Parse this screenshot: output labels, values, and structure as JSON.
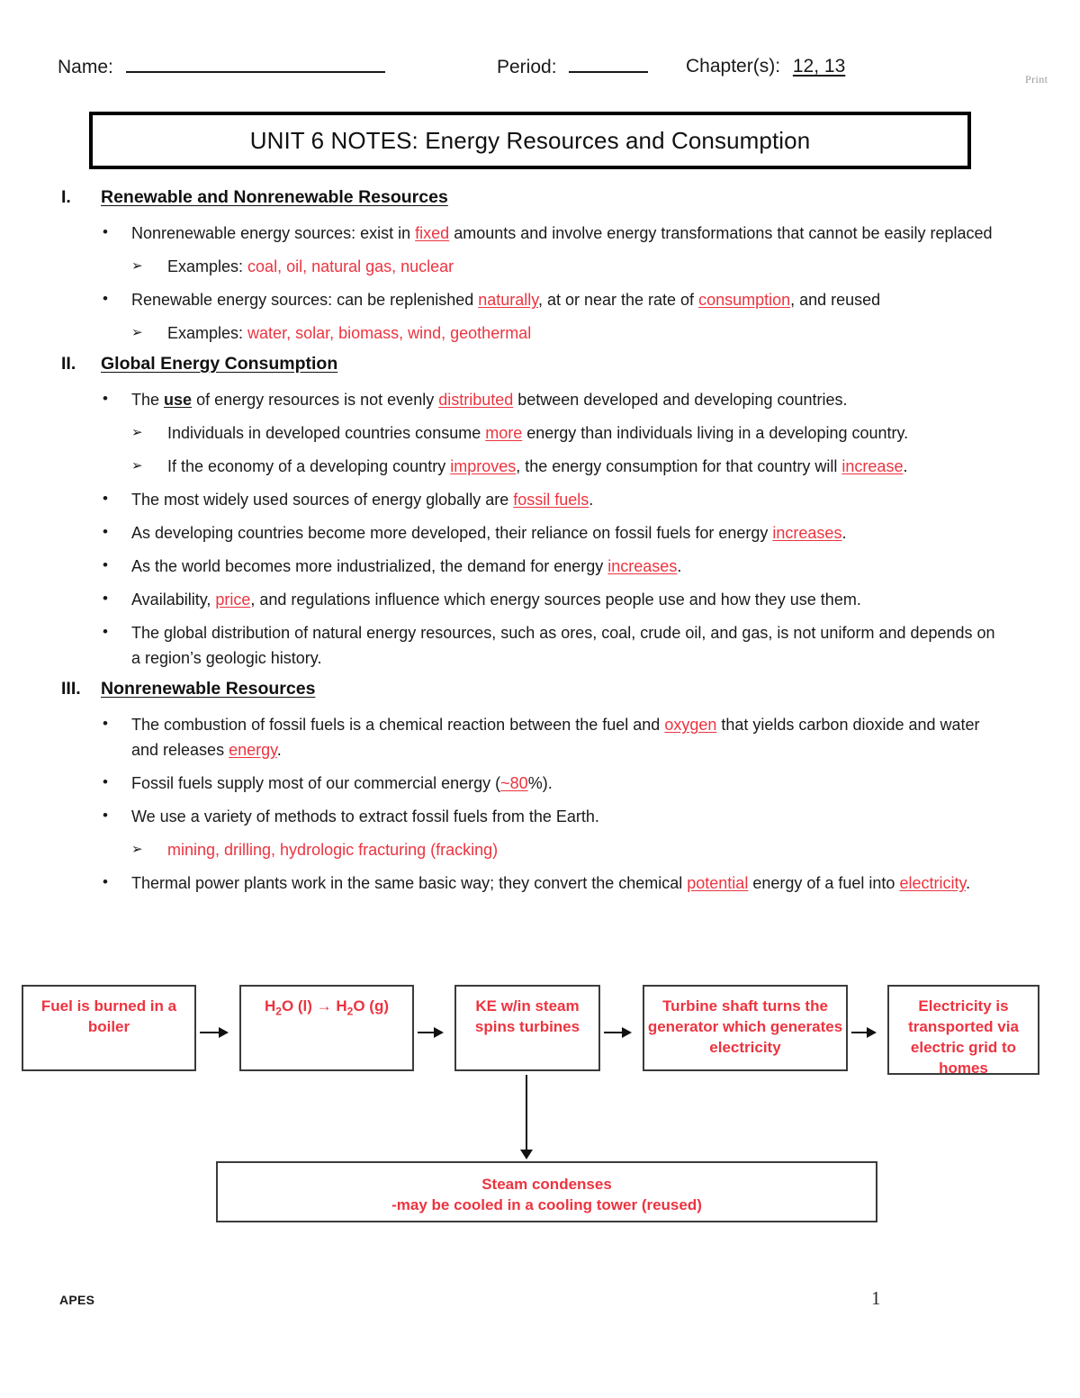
{
  "header": {
    "name_label": "Name:",
    "period_label": "Period:",
    "chapters_label": "Chapter(s):",
    "chapters_value": "12, 13",
    "print_mark": "Print"
  },
  "title": "UNIT 6 NOTES: Energy Resources and Consumption",
  "colors": {
    "fill_red": "#ec3440",
    "ink_black": "#1a1a1a",
    "box_border": "#3b3b3b"
  },
  "sections": [
    {
      "numeral": "I.",
      "heading": "Renewable and Nonrenewable Resources",
      "bullets": [
        {
          "level": 1,
          "parts": [
            {
              "t": "Nonrenewable energy sources: exist in ",
              "s": "plain"
            },
            {
              "t": "fixed",
              "s": "fill"
            },
            {
              "t": " amounts and involve energy transformations that cannot be easily replaced",
              "s": "plain"
            }
          ]
        },
        {
          "level": 2,
          "parts": [
            {
              "t": "Examples: ",
              "s": "plain"
            },
            {
              "t": "coal, oil, natural gas, nuclear",
              "s": "fill-plain"
            }
          ]
        },
        {
          "level": 1,
          "parts": [
            {
              "t": "Renewable energy sources: can be replenished ",
              "s": "plain"
            },
            {
              "t": "naturally",
              "s": "fill"
            },
            {
              "t": ", at or near the rate of ",
              "s": "plain"
            },
            {
              "t": "consumption",
              "s": "fill"
            },
            {
              "t": ", and reused",
              "s": "plain"
            }
          ]
        },
        {
          "level": 2,
          "parts": [
            {
              "t": "Examples: ",
              "s": "plain"
            },
            {
              "t": "water, solar, biomass, wind, geothermal",
              "s": "fill-plain"
            }
          ]
        }
      ]
    },
    {
      "numeral": "II.",
      "heading": "Global Energy Consumption",
      "bullets": [
        {
          "level": 1,
          "parts": [
            {
              "t": "The ",
              "s": "plain"
            },
            {
              "t": "use",
              "s": "fill-bk"
            },
            {
              "t": " of energy resources is not evenly ",
              "s": "plain"
            },
            {
              "t": "distributed",
              "s": "fill"
            },
            {
              "t": " between developed and developing countries.",
              "s": "plain"
            }
          ]
        },
        {
          "level": 2,
          "parts": [
            {
              "t": "Individuals in developed countries consume ",
              "s": "plain"
            },
            {
              "t": "more",
              "s": "fill"
            },
            {
              "t": " energy than individuals living in a developing country.",
              "s": "plain"
            }
          ]
        },
        {
          "level": 2,
          "parts": [
            {
              "t": "If the economy of a developing country ",
              "s": "plain"
            },
            {
              "t": "improves",
              "s": "fill"
            },
            {
              "t": ", the energy consumption for that country will ",
              "s": "plain"
            },
            {
              "t": "increase",
              "s": "fill"
            },
            {
              "t": ".",
              "s": "plain"
            }
          ]
        },
        {
          "level": 1,
          "parts": [
            {
              "t": "The most widely used sources of energy globally are ",
              "s": "plain"
            },
            {
              "t": "fossil fuels",
              "s": "fill"
            },
            {
              "t": ".",
              "s": "plain"
            }
          ]
        },
        {
          "level": 1,
          "parts": [
            {
              "t": "As developing countries become more developed, their reliance on fossil fuels for energy ",
              "s": "plain"
            },
            {
              "t": "increases",
              "s": "fill"
            },
            {
              "t": ".",
              "s": "plain"
            }
          ]
        },
        {
          "level": 1,
          "parts": [
            {
              "t": "As the world becomes more industrialized, the demand for energy ",
              "s": "plain"
            },
            {
              "t": "increases",
              "s": "fill"
            },
            {
              "t": ".",
              "s": "plain"
            }
          ]
        },
        {
          "level": 1,
          "parts": [
            {
              "t": "Availability, ",
              "s": "plain"
            },
            {
              "t": "price",
              "s": "fill"
            },
            {
              "t": ", and regulations influence which energy sources people use and how they use them.",
              "s": "plain"
            }
          ]
        },
        {
          "level": 1,
          "parts": [
            {
              "t": "The global distribution of natural energy resources, such as ores, coal, crude oil, and gas, is not uniform and depends on a region’s geologic history.",
              "s": "plain"
            }
          ]
        }
      ]
    },
    {
      "numeral": "III.",
      "heading": "Nonrenewable Resources",
      "bullets": [
        {
          "level": 1,
          "parts": [
            {
              "t": "The combustion of fossil fuels is a chemical reaction between the fuel and ",
              "s": "plain"
            },
            {
              "t": "oxygen",
              "s": "fill"
            },
            {
              "t": " that yields carbon dioxide and water and releases ",
              "s": "plain"
            },
            {
              "t": "energy",
              "s": "fill"
            },
            {
              "t": ".",
              "s": "plain"
            }
          ]
        },
        {
          "level": 1,
          "parts": [
            {
              "t": "Fossil fuels supply most of our commercial energy (",
              "s": "plain"
            },
            {
              "t": "~80",
              "s": "fill"
            },
            {
              "t": "%).",
              "s": "plain"
            }
          ]
        },
        {
          "level": 1,
          "parts": [
            {
              "t": "We use a variety of methods to extract fossil fuels from the Earth.",
              "s": "plain"
            }
          ]
        },
        {
          "level": 2,
          "parts": [
            {
              "t": "mining, drilling, hydrologic fracturing (fracking)",
              "s": "fill-plain"
            }
          ]
        },
        {
          "level": 1,
          "hang": true,
          "parts": [
            {
              "t": "Thermal power plants work in the same basic way; they convert the chemical ",
              "s": "plain"
            },
            {
              "t": "potential",
              "s": "fill"
            },
            {
              "t": " energy of a fuel into ",
              "s": "plain"
            },
            {
              "t": "electricity",
              "s": "fill"
            },
            {
              "t": ".",
              "s": "plain"
            }
          ]
        }
      ]
    }
  ],
  "flowchart": {
    "boxes": [
      {
        "id": "boiler",
        "text": "Fuel is burned in a boiler"
      },
      {
        "id": "phase",
        "text": "H2O (l) ➔ H2O (g)",
        "html": "H<sub>2</sub>O (l) &#8594; H<sub>2</sub>O (g)"
      },
      {
        "id": "turbines",
        "text": "KE w/in steam spins turbines"
      },
      {
        "id": "generator",
        "text": "Turbine shaft turns the generator which generates electricity"
      },
      {
        "id": "grid",
        "text": "Electricity is transported via electric grid to homes"
      }
    ],
    "condenser": "Steam condenses\n-may be cooled in a cooling tower (reused)",
    "condenser_line1": "Steam condenses",
    "condenser_line2": "-may be cooled in a cooling tower (reused)"
  },
  "footer": {
    "course": "APES",
    "page_number": "1"
  }
}
